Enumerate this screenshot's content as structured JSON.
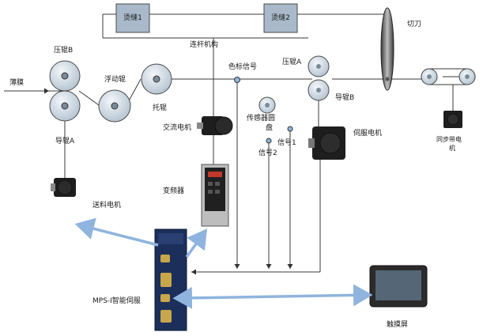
{
  "boxes": {
    "heat_seal_1": "烫缝1",
    "heat_seal_2": "烫缝2"
  },
  "labels": {
    "cutter": "切刀",
    "linkage": "连杆机构",
    "film": "薄膜",
    "press_roller_b": "压辊B",
    "float_roller": "浮动辊",
    "support_roller": "托辊",
    "color_mark_signal": "色标信号",
    "press_roller_a": "压辊A",
    "guide_roller_b": "导辊B",
    "guide_roller_a": "导辊A",
    "ac_motor": "交流电机",
    "sensor_disc_1": "传感器圆",
    "sensor_disc_2": "盘",
    "signal_2": "信号2",
    "signal_1": "信号1",
    "servo_motor": "伺服电机",
    "sync_belt_motor_1": "同步带电",
    "sync_belt_motor_2": "机",
    "feed_motor": "送料电机",
    "inverter": "变频器",
    "controller": "MPS-I智能伺服",
    "touchscreen": "触摸屏"
  },
  "colors": {
    "line": "#3a3a3a",
    "arrow": "#8fb4de",
    "box_fill": "#a9b9c9",
    "roller": "#d8e1e9",
    "motor_dark": "#1e1e1e",
    "controller_body": "#1c2f5a"
  }
}
